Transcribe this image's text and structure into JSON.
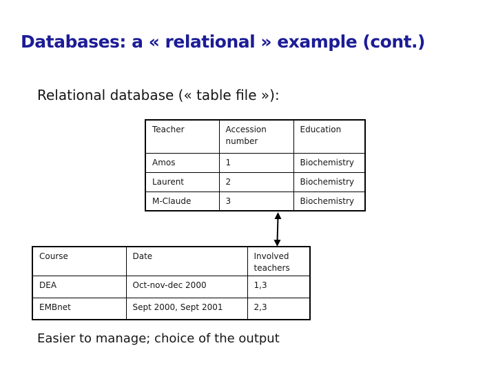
{
  "slide": {
    "title": "Databases: a « relational » example (cont.)",
    "subtitle": "Relational database (« table file »):",
    "caption": "Easier to manage; choice of the output"
  },
  "colors": {
    "title_text": "#1c1c96",
    "body_text": "#151515",
    "table_border": "#000000",
    "background": "#ffffff"
  },
  "icons": {
    "relation_arrow": {
      "name": "double-arrow-vertical-icon",
      "glyph": "↕"
    }
  },
  "tables": {
    "teachers": {
      "headers": [
        "Teacher",
        "Accession number",
        "Education"
      ],
      "rows": [
        [
          "Amos",
          "1",
          "Biochemistry"
        ],
        [
          "Laurent",
          "2",
          "Biochemistry"
        ],
        [
          "M-Claude",
          "3",
          "Biochemistry"
        ]
      ]
    },
    "courses": {
      "headers": [
        "Course",
        "Date",
        "Involved teachers"
      ],
      "rows": [
        [
          "DEA",
          "Oct-nov-dec 2000",
          "1,3"
        ],
        [
          "EMBnet",
          "Sept 2000, Sept 2001",
          "2,3"
        ]
      ]
    }
  }
}
